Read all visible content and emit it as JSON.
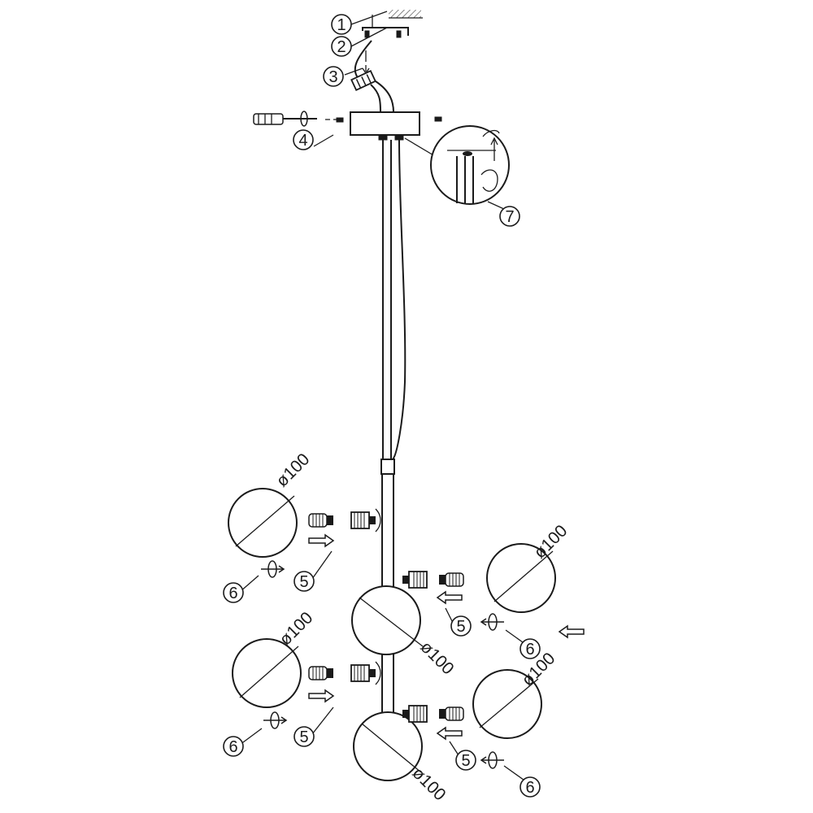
{
  "callouts": {
    "c1": "1",
    "c2": "2",
    "c3": "3",
    "c4": "4",
    "c5": "5",
    "c6": "6",
    "c7": "7"
  },
  "globe_diameter": "ø100"
}
